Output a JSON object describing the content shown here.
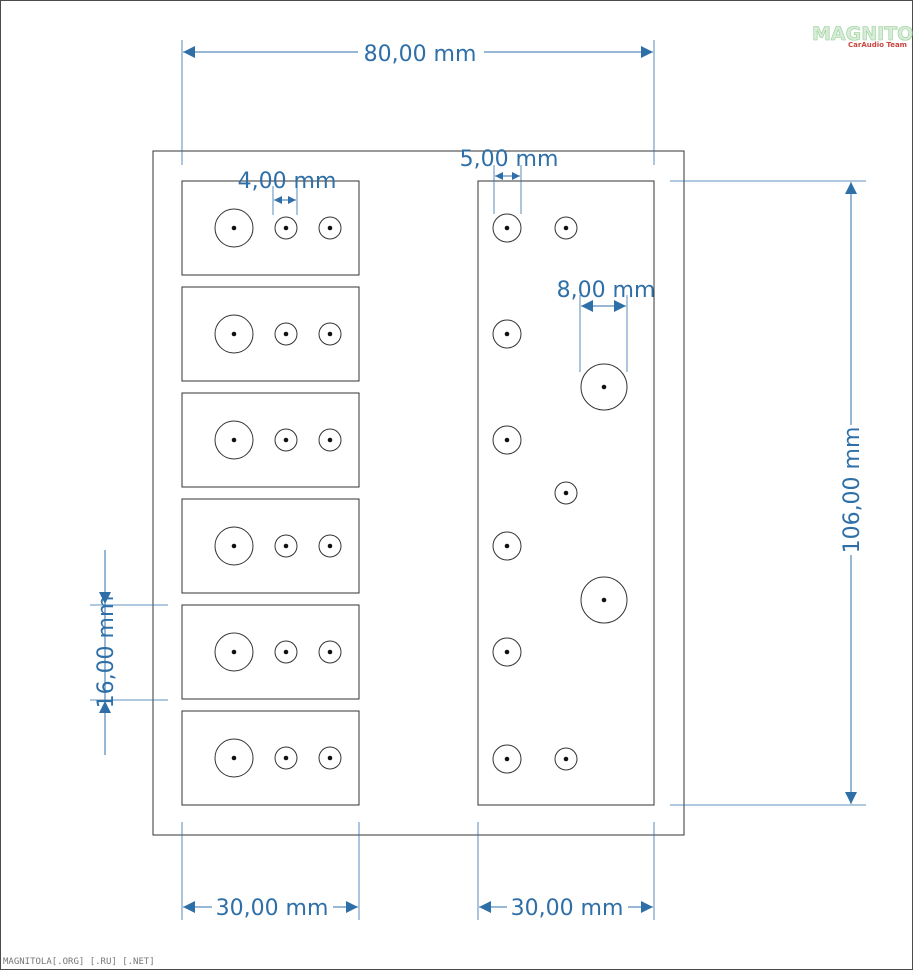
{
  "dimensions": {
    "total_width": "80,00 mm",
    "spacing_small": "4,00 mm",
    "spacing_right": "5,00 mm",
    "hole_diameter": "8,00 mm",
    "total_height": "106,00 mm",
    "module_height": "16,00 mm",
    "left_column_width": "30,00 mm",
    "right_column_width": "30,00 mm"
  },
  "logo": {
    "main": "MAGNITOLA",
    "sub": "CarAudio Team"
  },
  "footer": "MAGNITOLA[.ORG] [.RU] [.NET]",
  "colors": {
    "dimension": "#2f6fa8",
    "outline": "#333333"
  },
  "left_column": {
    "modules": 6
  }
}
